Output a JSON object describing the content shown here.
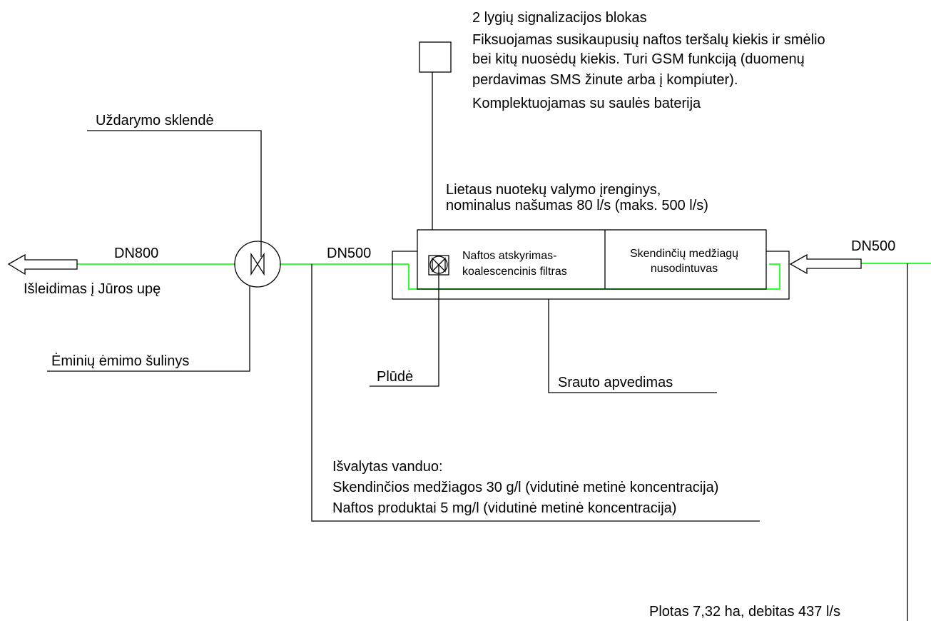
{
  "signal_block": {
    "title": "2 lygių signalizacijos blokas",
    "line1": "Fiksuojamas susikaupusių naftos teršalų kiekis ir smėlio",
    "line2": "bei kitų nuosėdų kiekis. Turi GSM funkciją (duomenų",
    "line3": "perdavimas SMS žinute arba į kompiuter).",
    "line4": "Komplektuojamas su saulės baterija"
  },
  "valve_label": "Uždarymo sklendė",
  "device": {
    "line1": "Lietaus nuotekų valymo įrenginys,",
    "line2": "nominalus našumas 80 l/s (maks. 500 l/s)"
  },
  "pipes": {
    "outlet": "DN800",
    "middle": "DN500",
    "inlet": "DN500"
  },
  "outlet_label": "Išleidimas į Jūros upę",
  "filter": {
    "line1": "Naftos atskyrimas-",
    "line2": "koalescencinis filtras"
  },
  "settler": {
    "line1": "Skendinčių medžiagų",
    "line2": "nusodintuvas"
  },
  "sampling_well": "Ėminių ėmimo šulinys",
  "float_label": "Plūdė",
  "bypass_label": "Srauto apvedimas",
  "treated_water": {
    "title": "Išvalytas vanduo:",
    "line1": "Skendinčios medžiagos 30 g/l (vidutinė metinė koncentracija)",
    "line2": "Naftos produktai 5 mg/l (vidutinė metinė koncentracija)"
  },
  "catchment": "Plotas 7,32 ha, debitas 437 l/s",
  "colors": {
    "pipe": "#33ff33",
    "line": "#000000",
    "background": "#ffffff"
  }
}
